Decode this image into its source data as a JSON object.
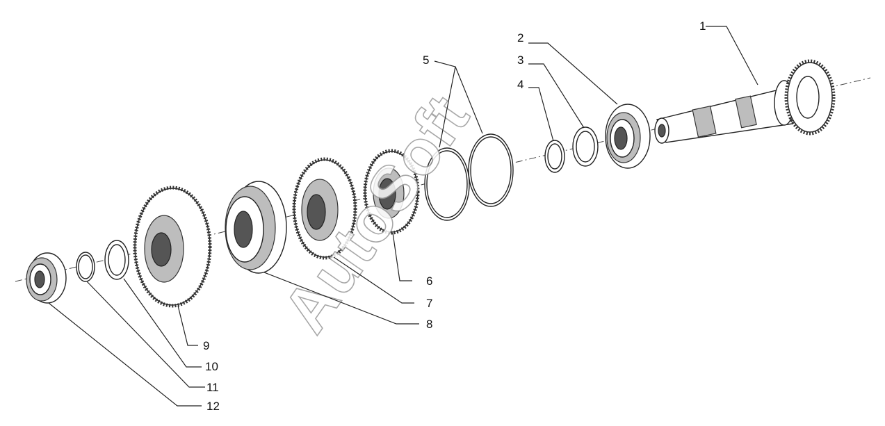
{
  "diagram": {
    "watermark": "AutoSoft",
    "callouts": [
      {
        "id": "1",
        "label": "1",
        "part": "input-shaft"
      },
      {
        "id": "2",
        "label": "2",
        "part": "ball-bearing"
      },
      {
        "id": "3",
        "label": "3",
        "part": "thrust-washer"
      },
      {
        "id": "4",
        "label": "4",
        "part": "snap-ring"
      },
      {
        "id": "5",
        "label": "5",
        "part": "circlips"
      },
      {
        "id": "6",
        "label": "6",
        "part": "gear-small"
      },
      {
        "id": "7",
        "label": "7",
        "part": "gear-medium"
      },
      {
        "id": "8",
        "label": "8",
        "part": "synchronizer-hub"
      },
      {
        "id": "9",
        "label": "9",
        "part": "gear-large"
      },
      {
        "id": "10",
        "label": "10",
        "part": "spacer-washer"
      },
      {
        "id": "11",
        "label": "11",
        "part": "retaining-ring"
      },
      {
        "id": "12",
        "label": "12",
        "part": "roller-bearing"
      }
    ]
  }
}
